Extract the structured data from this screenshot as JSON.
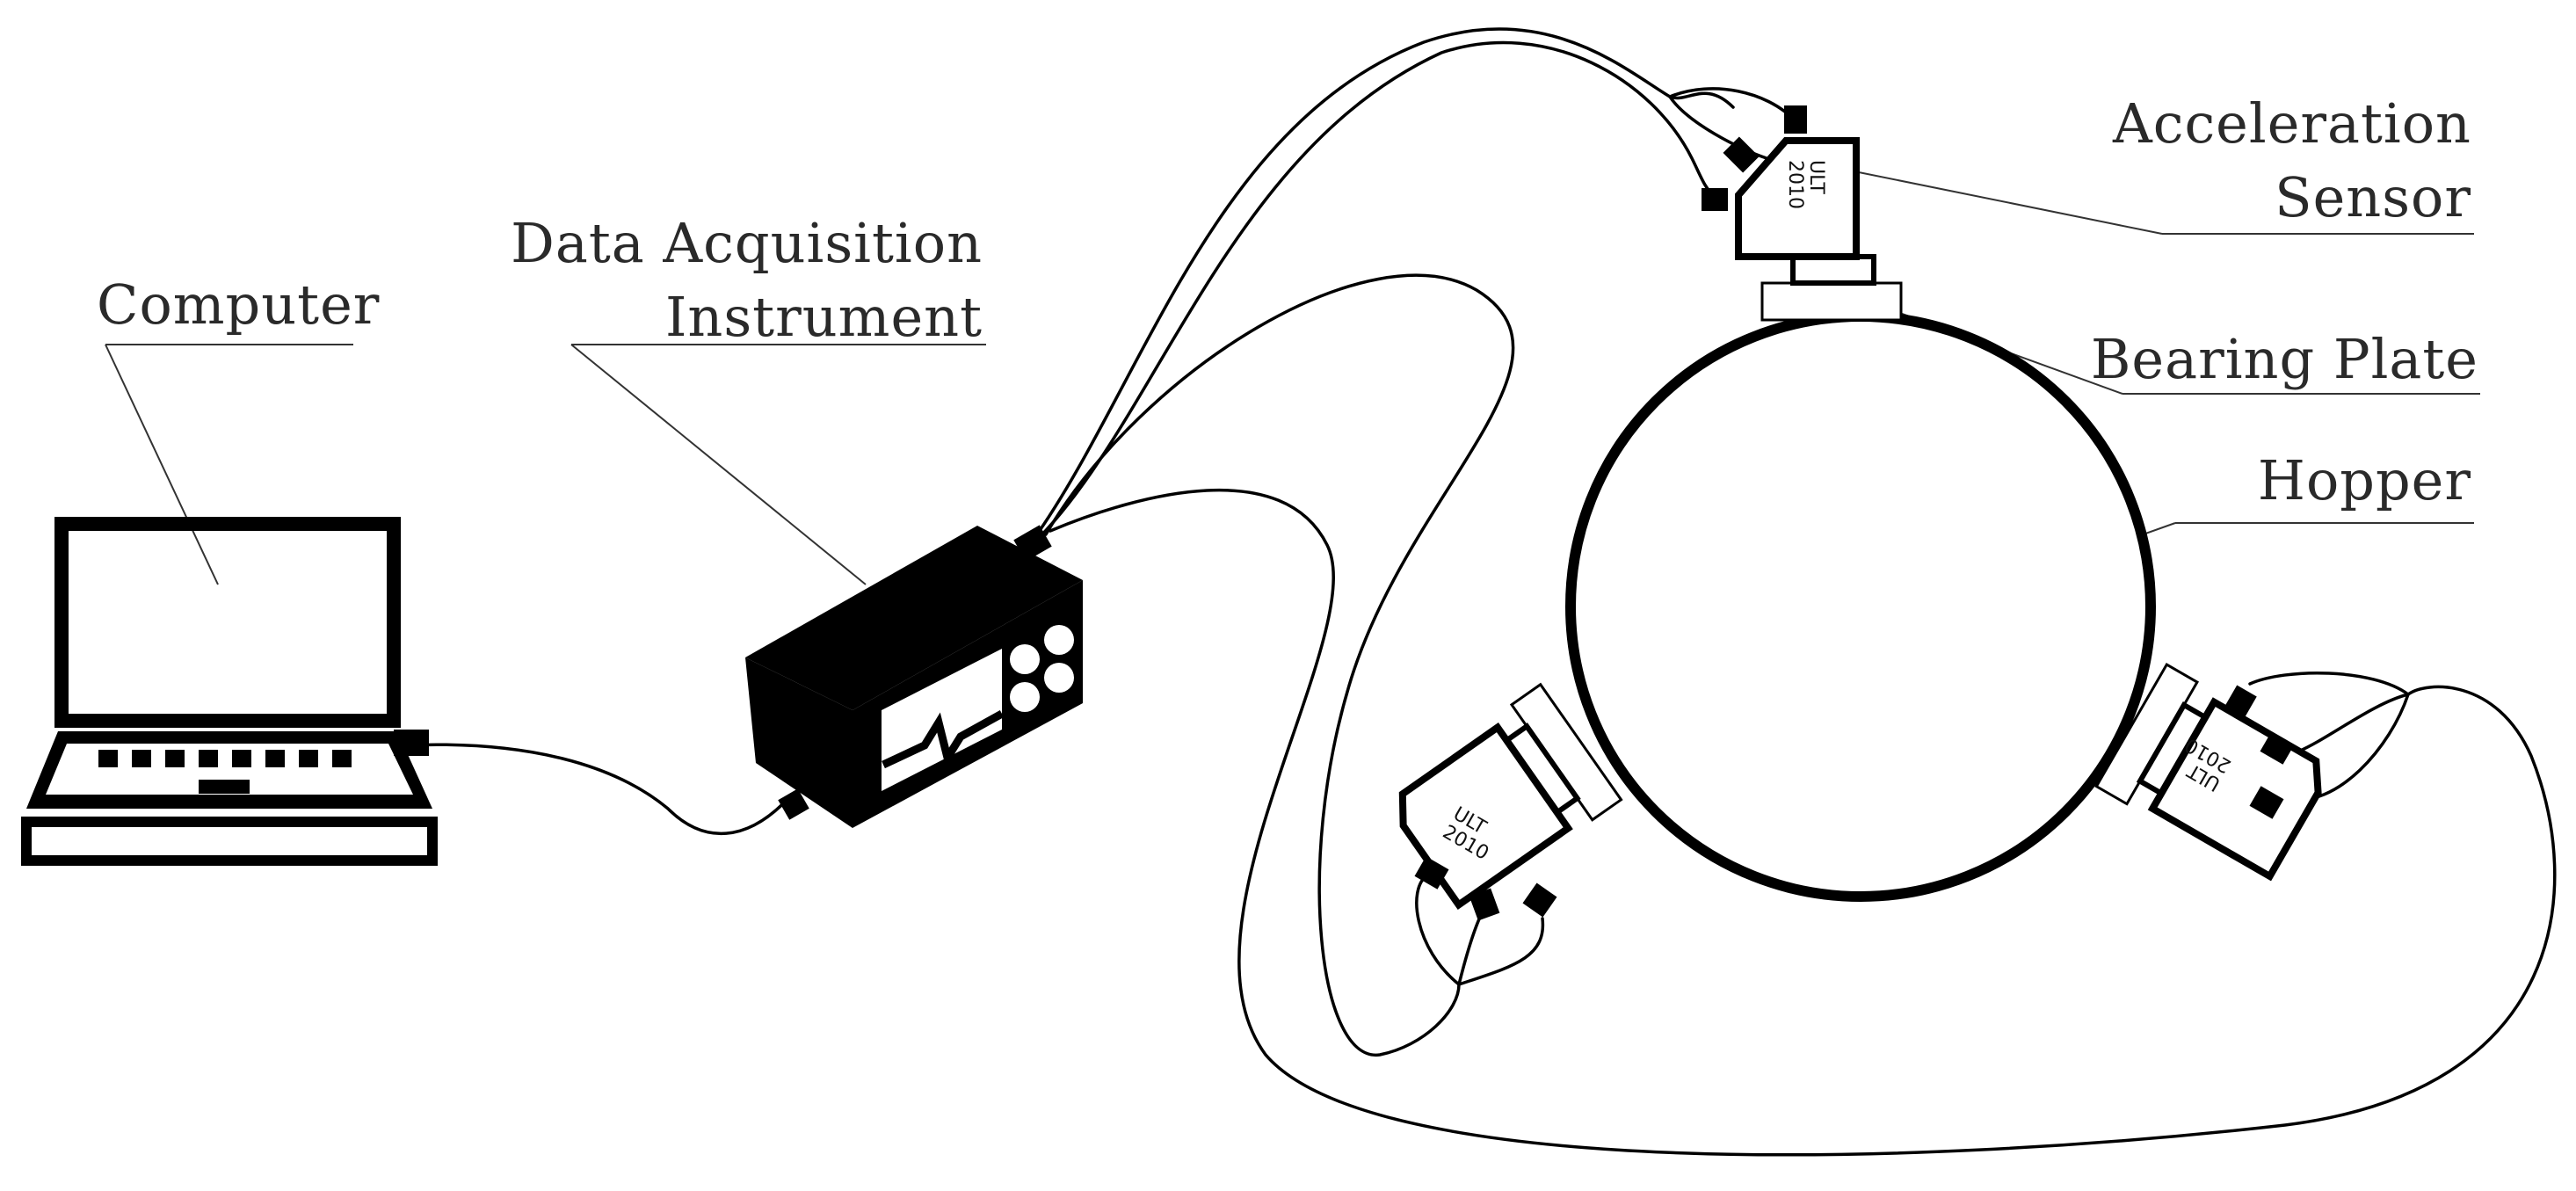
{
  "labels": {
    "computer": "Computer",
    "daq_line1": "Data Acquisition",
    "daq_line2": "Instrument",
    "sensor_line1": "Acceleration",
    "sensor_line2": "Sensor",
    "bearing_plate": "Bearing Plate",
    "hopper": "Hopper"
  },
  "sensor_model": {
    "name": "ULT",
    "number": "2010"
  },
  "colors": {
    "ink": "#000000",
    "label": "#2a2a2a",
    "background": "#ffffff"
  }
}
